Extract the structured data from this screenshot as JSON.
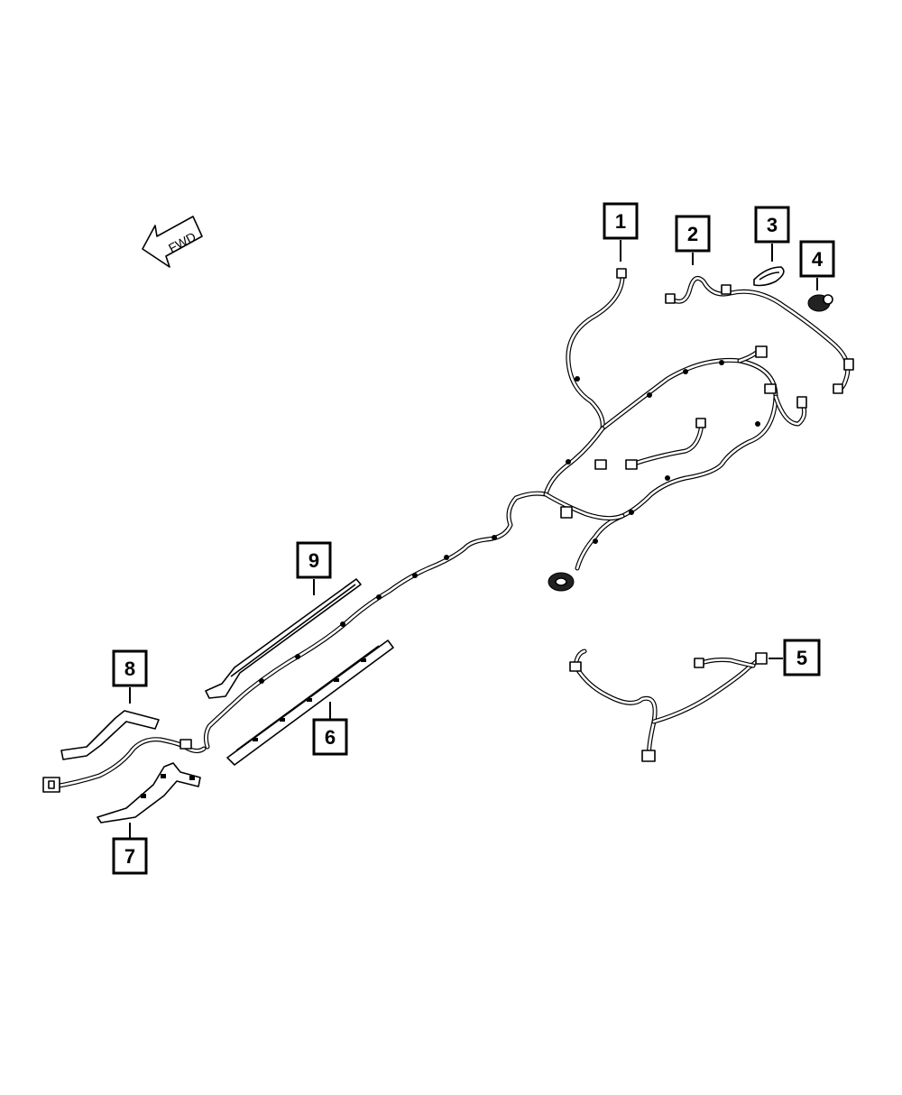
{
  "orientation": {
    "label": "FWD",
    "icon": "forward-arrow-icon"
  },
  "callouts": [
    {
      "id": "1",
      "label": "1"
    },
    {
      "id": "2",
      "label": "2"
    },
    {
      "id": "3",
      "label": "3"
    },
    {
      "id": "4",
      "label": "4"
    },
    {
      "id": "5",
      "label": "5"
    },
    {
      "id": "6",
      "label": "6"
    },
    {
      "id": "7",
      "label": "7"
    },
    {
      "id": "8",
      "label": "8"
    },
    {
      "id": "9",
      "label": "9"
    }
  ],
  "colors": {
    "line": "#000000",
    "background": "#ffffff"
  }
}
